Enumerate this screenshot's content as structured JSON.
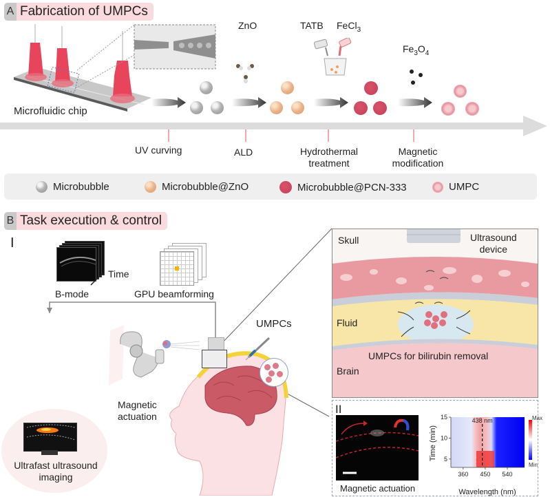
{
  "section_a": {
    "letter": "A",
    "title": "Fabrication of UMPCs",
    "chip_label": "Microfluidic chip",
    "reagents": [
      "ZnO",
      "TATB",
      "FeCl3",
      "Fe3O4"
    ],
    "steps": [
      "UV curving",
      "ALD",
      "Hydrothermal treatment",
      "Magnetic modification"
    ],
    "legend": [
      {
        "label": "Microbubble",
        "color": "#b0b0b0"
      },
      {
        "label": "Microbubble@ZnO",
        "color": "#e8ad82"
      },
      {
        "label": "Microbubble@PCN-333",
        "color": "#cc4a60"
      },
      {
        "label": "UMPC",
        "color": "#eda3ad"
      }
    ]
  },
  "section_b": {
    "letter": "B",
    "title": "Task execution & control",
    "subpanel_i": "I",
    "subpanel_ii": "II",
    "bmode_label": "B-mode",
    "time_label": "Time",
    "gpu_label": "GPU beamforming",
    "umpcs_label": "UMPCs",
    "magnetic_label_line1": "Magnetic",
    "magnetic_label_line2": "actuation",
    "imaging_label_line1": "Ultrafast ultrasound",
    "imaging_label_line2": "imaging",
    "inset": {
      "skull": "Skull",
      "device_line1": "Ultrasound",
      "device_line2": "device",
      "fluid": "Fluid",
      "removal": "UMPCs for bilirubin removal",
      "brain": "Brain"
    },
    "ii_image_caption": "Magnetic actuation"
  },
  "chart_data": {
    "type": "heatmap",
    "title": "",
    "xlabel": "Wavelength (nm)",
    "ylabel": "Time (min)",
    "x_ticks": [
      "360",
      "450",
      "540"
    ],
    "y_ticks": [
      "5",
      "10",
      "15"
    ],
    "xlim": [
      310,
      610
    ],
    "ylim": [
      3,
      15
    ],
    "annotation": "438 nm",
    "annotation_x": 438,
    "colorbar": {
      "max_label": "Max",
      "min_label": "Min",
      "max_color": "#ff0000",
      "min_color": "#0000ff"
    },
    "description_bands": [
      {
        "range": [
          310,
          395
        ],
        "level": "low-mid"
      },
      {
        "range": [
          395,
          480
        ],
        "level": "high"
      },
      {
        "range": [
          480,
          610
        ],
        "level": "min"
      }
    ]
  }
}
